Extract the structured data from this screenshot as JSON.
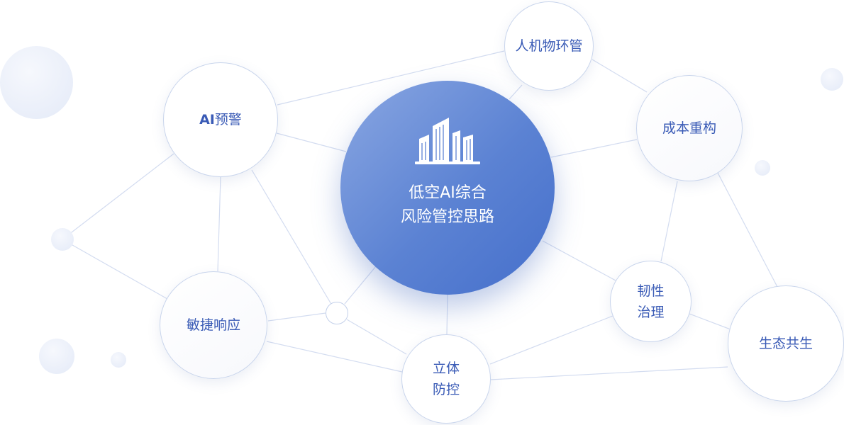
{
  "center": {
    "title": "低空AI综合\n风险管控思路",
    "icon": "buildings-icon"
  },
  "nodes": {
    "ai_warning": {
      "label_prefix": "AI",
      "label_rest": "预警"
    },
    "human_machine": {
      "label": "人机物环管"
    },
    "cost_restructure": {
      "label": "成本重构"
    },
    "agile_response": {
      "label": "敏捷响应"
    },
    "resilience": {
      "label": "韧性\n治理"
    },
    "stereo_defense": {
      "label": "立体\n防控"
    },
    "symbiosis": {
      "label": "生态共生"
    }
  },
  "colors": {
    "accent": "#3a5bb6",
    "center_gradient_start": "#8aa7e2",
    "center_gradient_end": "#456fcb",
    "line": "#cfd9ee"
  }
}
